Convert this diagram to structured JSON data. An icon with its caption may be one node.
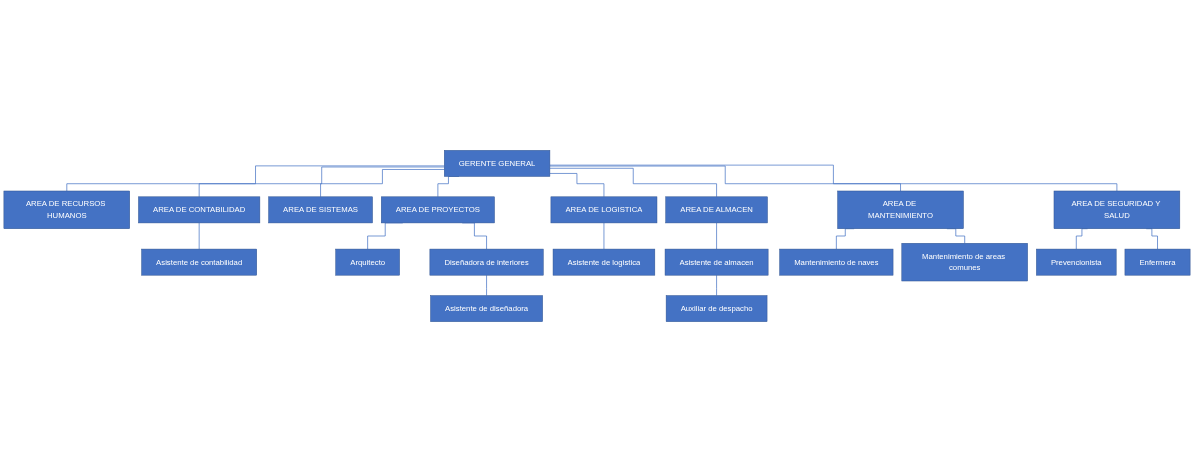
{
  "diagram": {
    "nodes": [
      {
        "text": [
          "GERENTE GENERAL"
        ]
      },
      {
        "text": [
          "AREA DE RECURSOS HUMANOS"
        ]
      },
      {
        "text": [
          "AREA DE CONTABILIDAD"
        ]
      },
      {
        "text": [
          "AREA DE SISTEMAS"
        ]
      },
      {
        "text": [
          "AREA DE PROYECTOS"
        ]
      },
      {
        "text": [
          "AREA DE LOGISTICA"
        ]
      },
      {
        "text": [
          "AREA DE ALMACEN"
        ]
      },
      {
        "text": [
          "AREA DE MANTENIMIENTO"
        ]
      },
      {
        "text": [
          "AREA DE SEGURIDAD Y SALUD"
        ]
      },
      {
        "text": [
          "Asistente de contabilidad"
        ]
      },
      {
        "text": [
          "Arquitecto"
        ]
      },
      {
        "text": [
          "Diseñadora de interiores"
        ]
      },
      {
        "text": [
          "Asistente de logistica"
        ]
      },
      {
        "text": [
          "Asistente de almacen"
        ]
      },
      {
        "text": [
          "Mantenimiento de naves"
        ]
      },
      {
        "text": [
          "Prevencionista"
        ]
      },
      {
        "text": [
          "Asistente de diseñadora"
        ]
      },
      {
        "text": [
          "Auxiliar de despacho"
        ]
      },
      {
        "text": [
          "Mantenimiento de areas comunes"
        ]
      },
      {
        "text": [
          "Enfermera"
        ]
      }
    ],
    "edges": [
      {
        "from": 0,
        "to": 1,
        "arrow": "none"
      },
      {
        "from": 0,
        "to": 2,
        "arrow": "none"
      },
      {
        "from": 0,
        "to": 3,
        "arrow": "none"
      },
      {
        "from": 0,
        "to": 4,
        "arrow": "none"
      },
      {
        "from": 0,
        "to": 5,
        "arrow": "none"
      },
      {
        "from": 0,
        "to": 6,
        "arrow": "none"
      },
      {
        "from": 0,
        "to": 7,
        "arrow": "none"
      },
      {
        "from": 0,
        "to": 8,
        "arrow": "none"
      },
      {
        "from": 2,
        "to": 9,
        "arrow": "none"
      },
      {
        "from": 4,
        "to": 10,
        "arrow": "none"
      },
      {
        "from": 4,
        "to": 11,
        "arrow": "none"
      },
      {
        "from": 11,
        "to": 16,
        "arrow": "none"
      },
      {
        "from": 5,
        "to": 12,
        "arrow": "none"
      },
      {
        "from": 6,
        "to": 13,
        "arrow": "none"
      },
      {
        "from": 13,
        "to": 17,
        "arrow": "none"
      },
      {
        "from": 7,
        "to": 14,
        "arrow": "none"
      },
      {
        "from": 7,
        "to": 18,
        "arrow": "none"
      },
      {
        "from": 8,
        "to": 15,
        "arrow": "none"
      },
      {
        "from": 8,
        "to": 19,
        "arrow": "none"
      }
    ]
  }
}
